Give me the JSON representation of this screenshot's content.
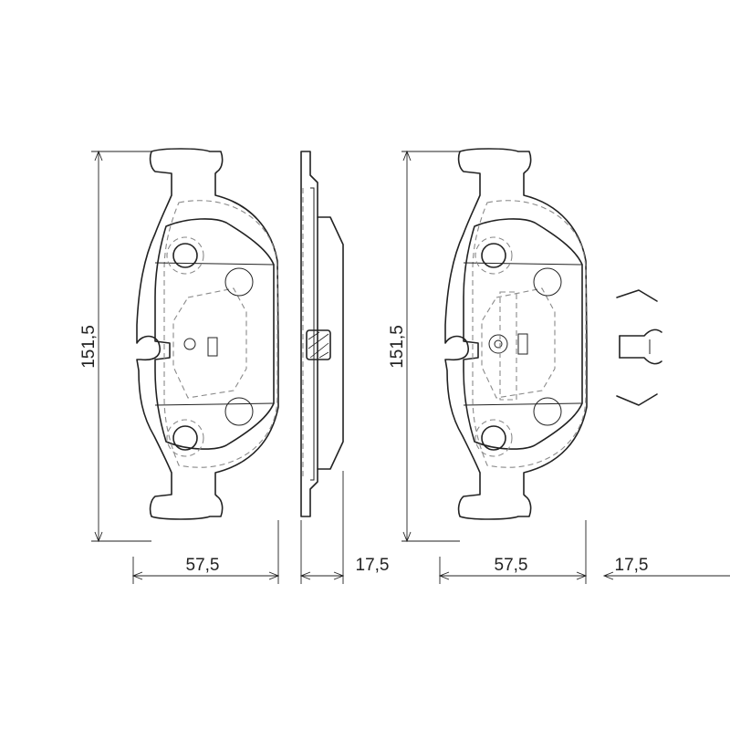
{
  "dimensions": {
    "height_left": "151,5",
    "width_left": "57,5",
    "thickness_left": "17,5",
    "height_right": "151,5",
    "width_right": "57,5",
    "thickness_right": "17,5"
  },
  "colors": {
    "line": "#222222",
    "hidden_line": "#8a8a8a",
    "background": "#ffffff"
  }
}
